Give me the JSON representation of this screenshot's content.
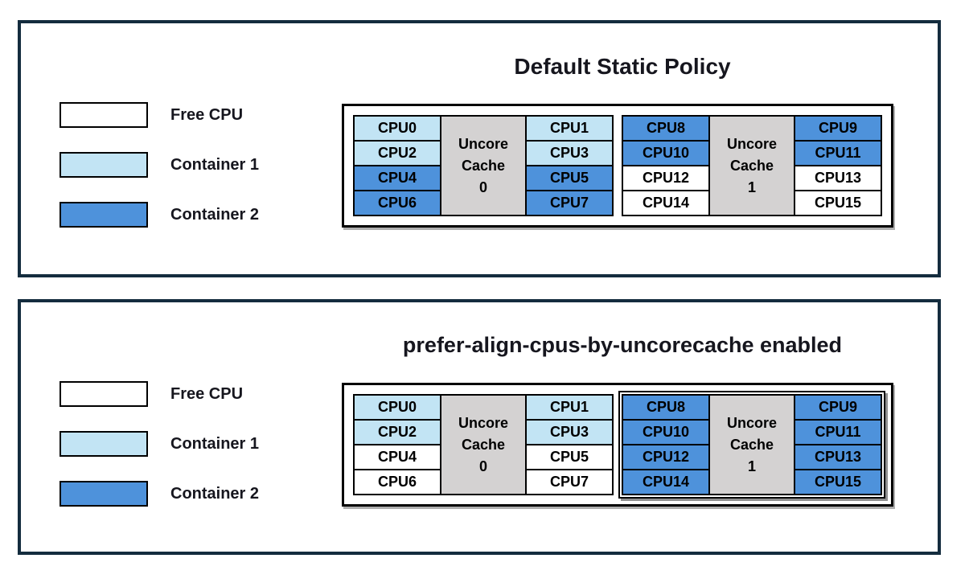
{
  "colors": {
    "free": "#FFFFFF",
    "container1": "#C2E4F4",
    "container2": "#4E92DB",
    "cache": "#D4D2D2",
    "panel_border": "#142C3E",
    "box_border": "#000000",
    "title_text": "#16161E"
  },
  "legend": {
    "items": [
      {
        "label": "Free CPU",
        "state": "free"
      },
      {
        "label": "Container 1",
        "state": "container1"
      },
      {
        "label": "Container 2",
        "state": "container2"
      }
    ]
  },
  "panels": [
    {
      "title": "Default Static Policy",
      "groups": [
        {
          "cache": {
            "lines": [
              "Uncore",
              "Cache",
              "0"
            ],
            "state": "cache"
          },
          "highlighted": false,
          "left": [
            {
              "label": "CPU0",
              "state": "container1"
            },
            {
              "label": "CPU2",
              "state": "container1"
            },
            {
              "label": "CPU4",
              "state": "container2"
            },
            {
              "label": "CPU6",
              "state": "container2"
            }
          ],
          "right": [
            {
              "label": "CPU1",
              "state": "container1"
            },
            {
              "label": "CPU3",
              "state": "container1"
            },
            {
              "label": "CPU5",
              "state": "container2"
            },
            {
              "label": "CPU7",
              "state": "container2"
            }
          ]
        },
        {
          "cache": {
            "lines": [
              "Uncore",
              "Cache",
              "1"
            ],
            "state": "cache"
          },
          "highlighted": false,
          "left": [
            {
              "label": "CPU8",
              "state": "container2"
            },
            {
              "label": "CPU10",
              "state": "container2"
            },
            {
              "label": "CPU12",
              "state": "free"
            },
            {
              "label": "CPU14",
              "state": "free"
            }
          ],
          "right": [
            {
              "label": "CPU9",
              "state": "container2"
            },
            {
              "label": "CPU11",
              "state": "container2"
            },
            {
              "label": "CPU13",
              "state": "free"
            },
            {
              "label": "CPU15",
              "state": "free"
            }
          ]
        }
      ]
    },
    {
      "title": "prefer-align-cpus-by-uncorecache enabled",
      "groups": [
        {
          "cache": {
            "lines": [
              "Uncore",
              "Cache",
              "0"
            ],
            "state": "cache"
          },
          "highlighted": false,
          "left": [
            {
              "label": "CPU0",
              "state": "container1"
            },
            {
              "label": "CPU2",
              "state": "container1"
            },
            {
              "label": "CPU4",
              "state": "free"
            },
            {
              "label": "CPU6",
              "state": "free"
            }
          ],
          "right": [
            {
              "label": "CPU1",
              "state": "container1"
            },
            {
              "label": "CPU3",
              "state": "container1"
            },
            {
              "label": "CPU5",
              "state": "free"
            },
            {
              "label": "CPU7",
              "state": "free"
            }
          ]
        },
        {
          "cache": {
            "lines": [
              "Uncore",
              "Cache",
              "1"
            ],
            "state": "cache"
          },
          "highlighted": true,
          "left": [
            {
              "label": "CPU8",
              "state": "container2"
            },
            {
              "label": "CPU10",
              "state": "container2"
            },
            {
              "label": "CPU12",
              "state": "container2"
            },
            {
              "label": "CPU14",
              "state": "container2"
            }
          ],
          "right": [
            {
              "label": "CPU9",
              "state": "container2"
            },
            {
              "label": "CPU11",
              "state": "container2"
            },
            {
              "label": "CPU13",
              "state": "container2"
            },
            {
              "label": "CPU15",
              "state": "container2"
            }
          ]
        }
      ]
    }
  ]
}
